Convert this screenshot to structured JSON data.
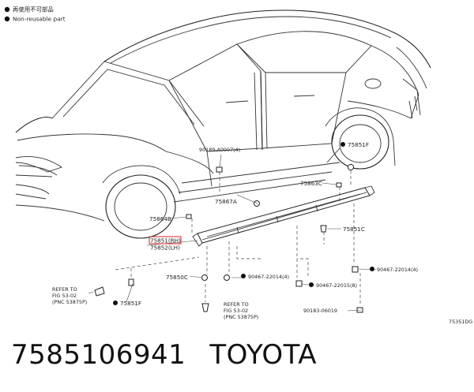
{
  "legend": {
    "reusable_jp": "再使用不可部品",
    "reusable_en": "Non-reusable part"
  },
  "parts": {
    "p_90189": "90189-A0007(4)",
    "p_75851F_top": "75851F",
    "p_75863C": "75863C",
    "p_75867A": "75867A",
    "p_75864B": "75864B",
    "p_75851C": "75851C",
    "p_75851_RH": "75851(RH)",
    "p_75852_LH": "75852(LH)",
    "p_75850C": "75850C",
    "p_90467_22014_a": "90467-22014(4)",
    "p_90467_22015": "90467-22015(8)",
    "p_90467_22014_b": "90467-22014(4)",
    "p_90183": "90183-06019",
    "p_75851F_bottom": "75851F"
  },
  "refs": {
    "left": [
      "REFER TO",
      "FIG 53-02",
      "(PNC 53875P)"
    ],
    "bottom": [
      "REFER TO",
      "FIG 53-02",
      "(PNC 53875P)"
    ]
  },
  "diagram_code": "75351DG",
  "footer": {
    "part_number": "7585106941",
    "brand": "TOYOTA"
  }
}
